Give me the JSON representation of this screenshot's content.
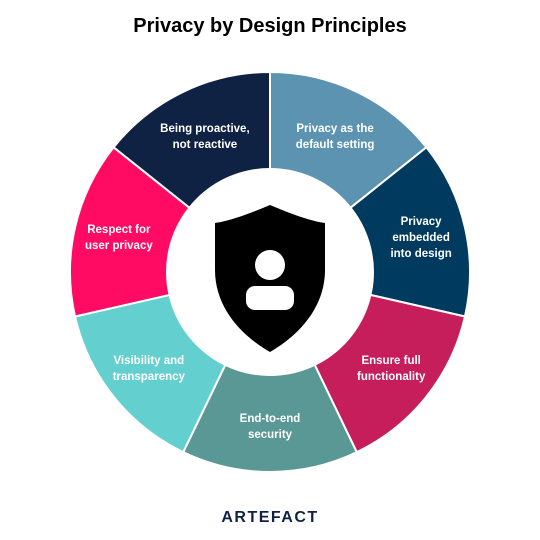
{
  "title": "Privacy by Design Principles",
  "brand": "ARTEFACT",
  "center_icon": "shield-user-icon",
  "segments": [
    {
      "label": "Privacy as the\ndefault setting",
      "color": "#5b93b0"
    },
    {
      "label": "Privacy\nembedded\ninto design",
      "color": "#003a5e"
    },
    {
      "label": "Ensure full\nfunctionality",
      "color": "#c51e5b"
    },
    {
      "label": "End-to-end\nsecurity",
      "color": "#5a9896"
    },
    {
      "label": "Visibility and\ntransparency",
      "color": "#63cfcf"
    },
    {
      "label": "Respect for\nuser privacy",
      "color": "#ff0b64"
    },
    {
      "label": "Being proactive,\nnot reactive",
      "color": "#0f2244"
    }
  ]
}
